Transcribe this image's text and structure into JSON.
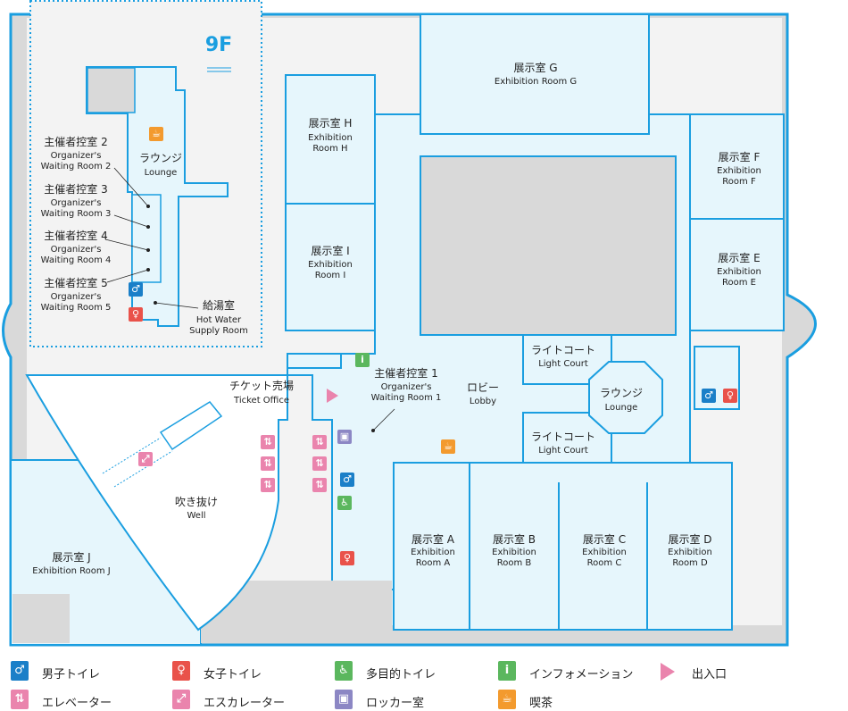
{
  "floor_label": "9F",
  "rooms": {
    "g": {
      "ja": "展示室 G",
      "en": "Exhibition Room G"
    },
    "h": {
      "ja": "展示室 H",
      "en1": "Exhibition",
      "en2": "Room H"
    },
    "i": {
      "ja": "展示室 I",
      "en1": "Exhibition",
      "en2": "Room I"
    },
    "f": {
      "ja": "展示室 F",
      "en1": "Exhibition",
      "en2": "Room F"
    },
    "e": {
      "ja": "展示室 E",
      "en1": "Exhibition",
      "en2": "Room E"
    },
    "a": {
      "ja": "展示室 A",
      "en1": "Exhibition",
      "en2": "Room A"
    },
    "b": {
      "ja": "展示室 B",
      "en1": "Exhibition",
      "en2": "Room B"
    },
    "c": {
      "ja": "展示室 C",
      "en1": "Exhibition",
      "en2": "Room C"
    },
    "d": {
      "ja": "展示室 D",
      "en1": "Exhibition",
      "en2": "Room D"
    },
    "j": {
      "ja": "展示室 J",
      "en": "Exhibition Room J"
    },
    "light_court_top": {
      "ja": "ライトコート",
      "en": "Light Court"
    },
    "light_court_bottom": {
      "ja": "ライトコート",
      "en": "Light Court"
    },
    "lounge": {
      "ja": "ラウンジ",
      "en": "Lounge"
    },
    "lobby": {
      "ja": "ロビー",
      "en": "Lobby"
    },
    "organizer1": {
      "ja": "主催者控室 1",
      "en1": "Organizer's",
      "en2": "Waiting Room 1"
    },
    "ticket": {
      "ja": "チケット売場",
      "en": "Ticket Office"
    },
    "well": {
      "ja": "吹き抜け",
      "en": "Well"
    }
  },
  "ninth_floor": {
    "lounge": {
      "ja": "ラウンジ",
      "en": "Lounge"
    },
    "organizer2": {
      "ja": "主催者控室 2",
      "en1": "Organizer's",
      "en2": "Waiting Room 2"
    },
    "organizer3": {
      "ja": "主催者控室 3",
      "en1": "Organizer's",
      "en2": "Waiting Room 3"
    },
    "organizer4": {
      "ja": "主催者控室 4",
      "en1": "Organizer's",
      "en2": "Waiting Room 4"
    },
    "organizer5": {
      "ja": "主催者控室 5",
      "en1": "Organizer's",
      "en2": "Waiting Room 5"
    },
    "hot_water": {
      "ja": "給湯室",
      "en1": "Hot Water",
      "en2": "Supply Room"
    }
  },
  "legend": [
    {
      "icon": "men-toilet-icon",
      "label": "男子トイレ"
    },
    {
      "icon": "women-toilet-icon",
      "label": "女子トイレ"
    },
    {
      "icon": "accessible-toilet-icon",
      "label": "多目的トイレ"
    },
    {
      "icon": "information-icon",
      "label": "インフォメーション"
    },
    {
      "icon": "entrance-icon",
      "label": "出入口"
    },
    {
      "icon": "elevator-icon",
      "label": "エレベーター"
    },
    {
      "icon": "escalator-icon",
      "label": "エスカレーター"
    },
    {
      "icon": "locker-icon",
      "label": "ロッカー室"
    },
    {
      "icon": "cafe-icon",
      "label": "喫茶"
    }
  ],
  "colors": {
    "wall": "#1a9ee0",
    "room": "#e6f6fc",
    "gray": "#d9d9d9",
    "men": "#1a7fc8",
    "women": "#e9524a",
    "green": "#5bb75e",
    "pink": "#ea84ad",
    "locker": "#8c87c4",
    "cafe": "#f39a2e"
  }
}
